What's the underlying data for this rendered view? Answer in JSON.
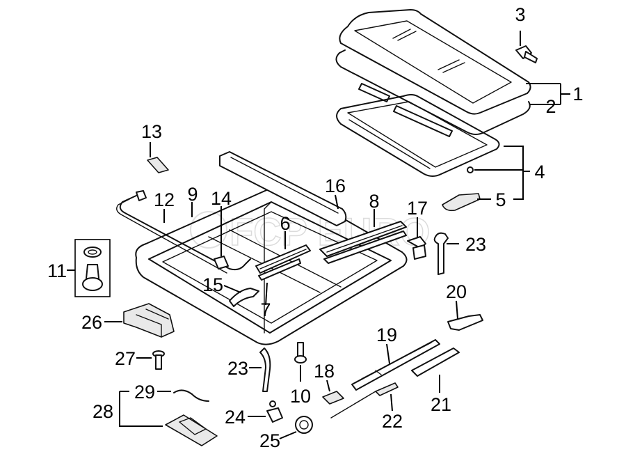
{
  "callouts": {
    "c1": "1",
    "c2": "2",
    "c3": "3",
    "c4": "4",
    "c5": "5",
    "c6": "6",
    "c7": "7",
    "c8": "8",
    "c9": "9",
    "c10": "10",
    "c11": "11",
    "c12": "12",
    "c13": "13",
    "c14": "14",
    "c15": "15",
    "c16": "16",
    "c17": "17",
    "c18": "18",
    "c19": "19",
    "c20": "20",
    "c21": "21",
    "c22": "22",
    "c23a": "23",
    "c23b": "23",
    "c24": "24",
    "c25": "25",
    "c26": "26",
    "c27": "27",
    "c28": "28",
    "c29": "29"
  },
  "watermark": {
    "text": "FCP EURO"
  },
  "colors": {
    "line": "#111111",
    "background": "#ffffff",
    "watermark": "#d8d8d8"
  }
}
